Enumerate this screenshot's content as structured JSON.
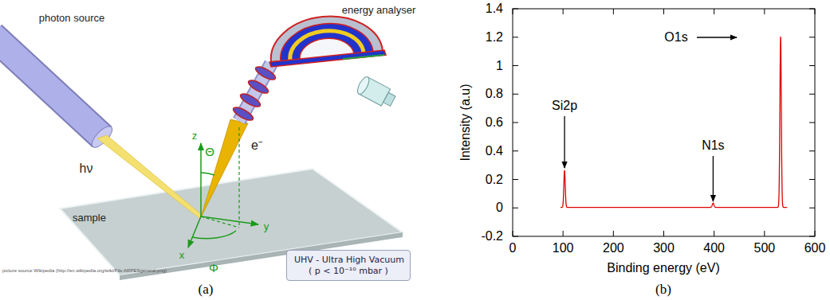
{
  "diagram": {
    "nodes": [
      {
        "text": [
          "UHV - Ultra High Vacuum",
          "( p < 10⁻¹⁰ mbar )"
        ]
      }
    ],
    "labels": [
      "photon source",
      "energy analyser",
      "hν",
      "e⁻",
      "Θ",
      "Φ",
      "z",
      "y",
      "x",
      "sample",
      "picture source Wikipedia (http://en.wikipedia.org/wiki/File:ARPESgeneral.png)",
      "(a)",
      "1.4",
      "1.2",
      "1",
      "0.8",
      "0.6",
      "0.4",
      "0.2",
      "0",
      "-0.2",
      "0",
      "100",
      "200",
      "300",
      "400",
      "500",
      "600",
      "Intensity (a.u)",
      "Binding energy (eV)",
      "Si2p",
      "N1s",
      "O1s",
      "(b)"
    ]
  }
}
